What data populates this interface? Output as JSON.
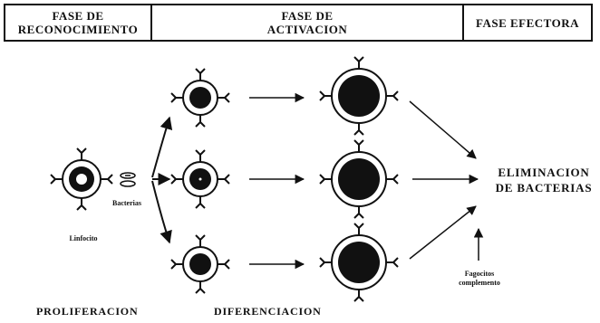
{
  "header": {
    "recognition": "FASE DE\nRECONOCIMIENTO",
    "activation": "FASE DE\nACTIVACION",
    "effector": "FASE EFECTORA"
  },
  "labels": {
    "lymphocyte": "Linfocito",
    "bacteria": "Bacterias",
    "elimination": "ELIMINACION\nDE BACTERIAS",
    "phagocytes": "Fagocitos\ncomplemento"
  },
  "stages": {
    "proliferation": "PROLIFERACION",
    "differentiation": "DIFERENCIACION"
  },
  "colors": {
    "ink": "#111111",
    "background": "#ffffff"
  }
}
